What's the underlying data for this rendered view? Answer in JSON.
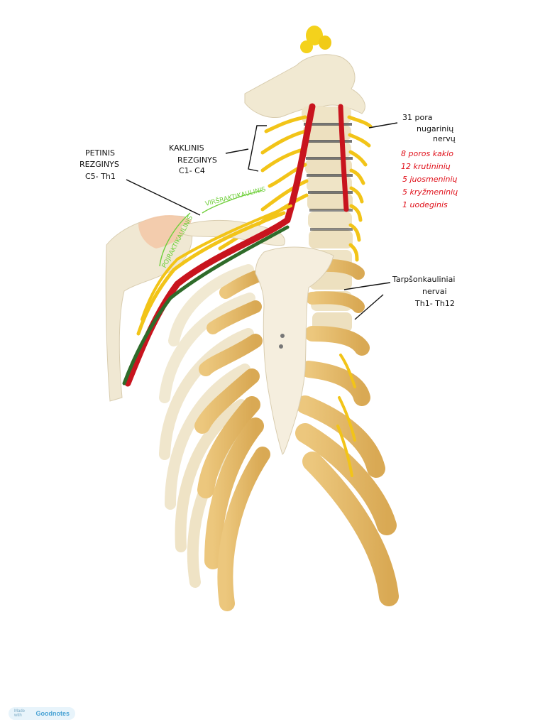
{
  "annotations": {
    "spinal_nerves": {
      "line1": "31 pora",
      "line2": "nugarinių",
      "line3": "nervų"
    },
    "breakdown": [
      "8 poros kaklo",
      "12 krutininių",
      "5 juosmeninių",
      "5 kryžmeninių",
      "1 uodeginis"
    ],
    "cervical_plexus": {
      "line1": "KAKLINIS",
      "line2": "REZGINYS",
      "line3": "C1- C4"
    },
    "brachial_plexus": {
      "line1": "PETINIS",
      "line2": "REZGINYS",
      "line3": "C5- Th1"
    },
    "subclavian": "VIRŠRAKTIKAULINIS",
    "infraclavicular": "POJRAKTIKAULINIS",
    "intercostal": {
      "line1": "Tarpšonkauliniai",
      "line2": "nervai",
      "line3": "Th1- Th12"
    }
  },
  "watermark": {
    "made_with": "Made with",
    "brand": "Goodnotes"
  },
  "colors": {
    "bone": "#f1e9d2",
    "cartilage": "#e6bf6e",
    "nerve": "#f2c418",
    "artery": "#c8141e",
    "vein": "#2f6b2a",
    "annotation_red": "#e0101a",
    "annotation_green": "#6fcf3a"
  }
}
